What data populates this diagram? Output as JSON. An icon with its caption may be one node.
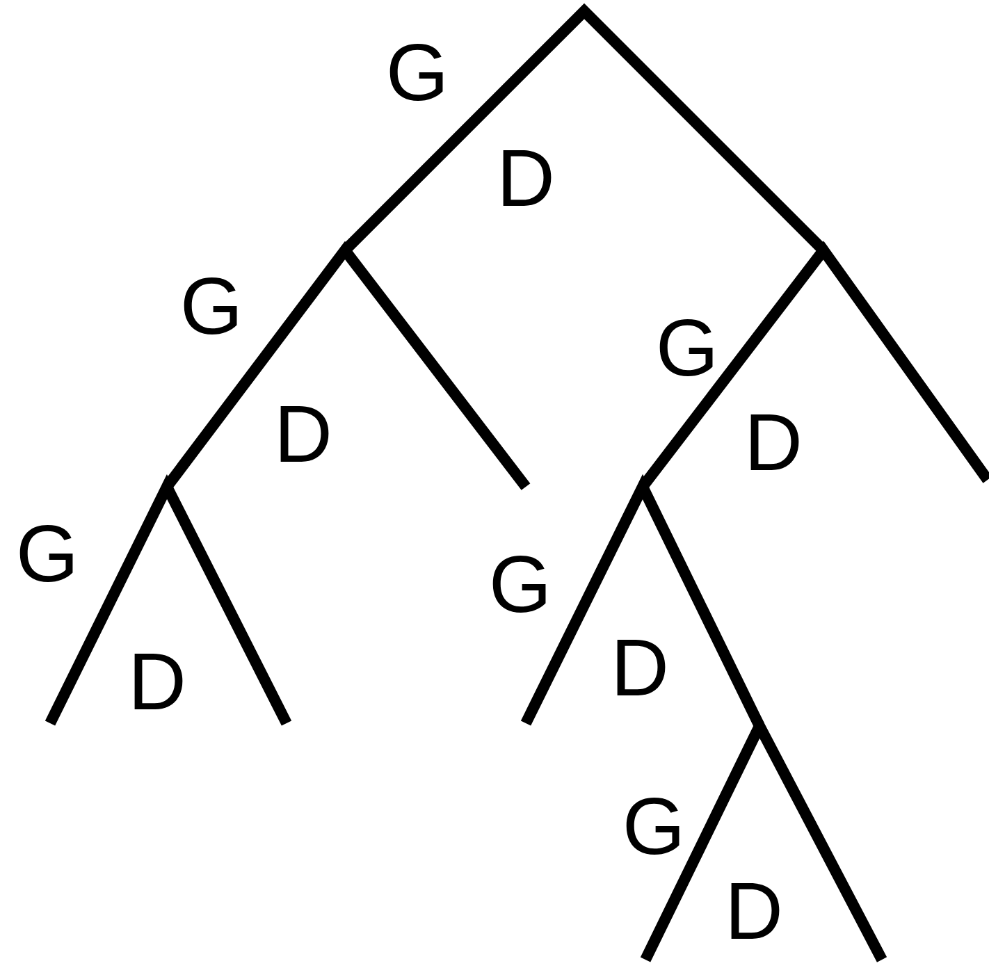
{
  "diagram": {
    "labels": [
      "G",
      "D",
      "G",
      "G",
      "D",
      "D",
      "G",
      "G",
      "D",
      "D",
      "G",
      "D"
    ]
  }
}
